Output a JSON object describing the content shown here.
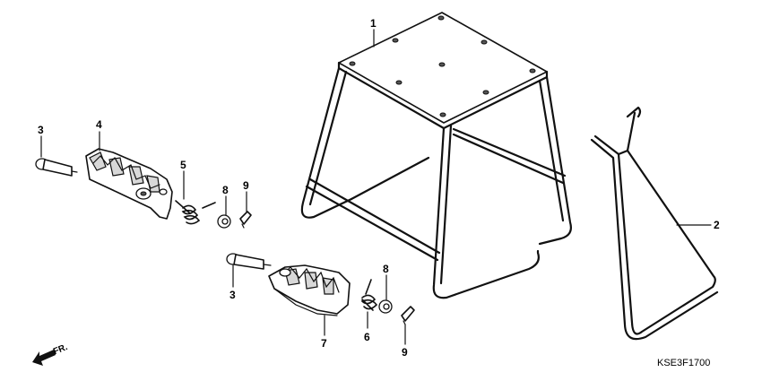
{
  "callouts": {
    "c1": "1",
    "c2": "2",
    "c3a": "3",
    "c3b": "3",
    "c4": "4",
    "c5": "5",
    "c6": "6",
    "c7": "7",
    "c8a": "8",
    "c8b": "8",
    "c9a": "9",
    "c9b": "9"
  },
  "diagram_code": "KSE3F1700",
  "front_indicator": "FR."
}
